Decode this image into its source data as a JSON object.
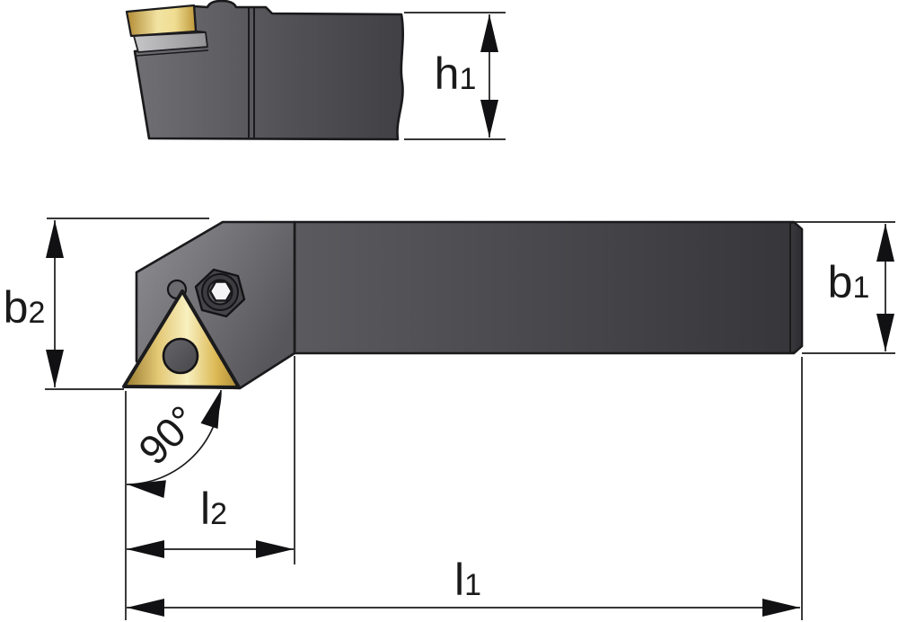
{
  "drawing": {
    "description": "Two-view technical drawing of a 90 degree lathe turning tool holder with triangular carbide insert",
    "background_color": "#ffffff",
    "outline_color": "#1a1a1c"
  },
  "dimension_labels": {
    "h1": {
      "base": "h",
      "sub": "1"
    },
    "b1": {
      "base": "b",
      "sub": "1"
    },
    "b2": {
      "base": "b",
      "sub": "2"
    },
    "l1": {
      "base": "l",
      "sub": "1"
    },
    "l2": {
      "base": "l",
      "sub": "2"
    },
    "angle": "90°"
  },
  "colors": {
    "tool_body_gray": "#58585c",
    "insert_gold": "#e9d387",
    "shim_gray": "#b7b7b9",
    "screw_socket_white": "#f4f4f6",
    "dimension_line_black": "#1a1a1c"
  }
}
